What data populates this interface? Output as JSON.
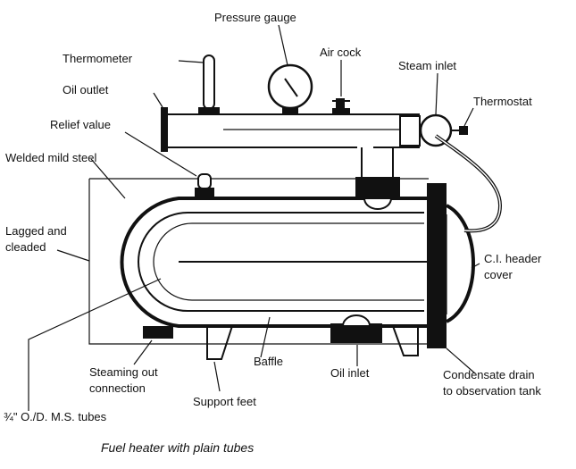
{
  "caption": "Fuel heater with plain tubes",
  "labels": {
    "pressure_gauge": "Pressure gauge",
    "thermometer": "Thermometer",
    "air_cock": "Air cock",
    "steam_inlet": "Steam inlet",
    "oil_outlet": "Oil outlet",
    "thermostat": "Thermostat",
    "relief_value": "Relief value",
    "welded_mild_steel": "Welded mild steel",
    "lagged_line1": "Lagged and",
    "lagged_line2": "cleaded",
    "ci_header_line1": "C.I. header",
    "ci_header_line2": "cover",
    "steaming_line1": "Steaming out",
    "steaming_line2": "connection",
    "baffle": "Baffle",
    "oil_inlet": "Oil inlet",
    "condensate_line1": "Condensate drain",
    "condensate_line2": "to observation tank",
    "support_feet": "Support feet",
    "tubes": "¾\" O./D. M.S. tubes"
  }
}
